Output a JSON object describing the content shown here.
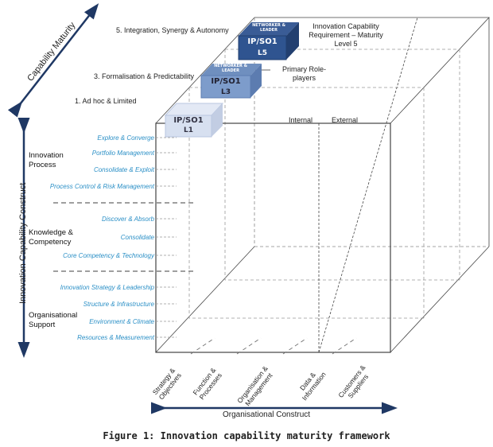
{
  "maturity_axis": {
    "label": "Capability Maturity",
    "levels": [
      "5. Integration, Synergy & Autonomy",
      "3. Formalisation & Predictability",
      "1. Ad hoc & Limited"
    ]
  },
  "blocks": [
    {
      "top": "NETWORKER & LEADER",
      "role": "IP/SO1",
      "level": "L5",
      "color": "#2f5490"
    },
    {
      "top": "NETWORKER & LEADER",
      "role": "IP/SO1",
      "level": "L3",
      "color": "#7d9ccb"
    },
    {
      "top": "",
      "role": "IP/SO1",
      "level": "L1",
      "color": "#d7e0f0"
    }
  ],
  "annotations": {
    "requirement": "Innovation Capability Requirement – Maturity Level 5",
    "roles": "Primary Role-players",
    "internal": "Internal",
    "external": "External"
  },
  "capability_axis": {
    "label": "Innovation Capability  Construct",
    "groups": [
      {
        "name": "Innovation Process",
        "items": [
          "Explore & Converge",
          "Portfolio Management",
          "Consolidate & Exploit",
          "Process Control & Risk Management"
        ]
      },
      {
        "name": "Knowledge & Competency",
        "items": [
          "Discover & Absorb",
          "Consolidate",
          "Core Competency & Technology"
        ]
      },
      {
        "name": "Organisational Support",
        "items": [
          "Innovation Strategy & Leadership",
          "Structure & Infrastructure",
          "Environment & Climate",
          "Resources & Measurement"
        ]
      }
    ]
  },
  "org_axis": {
    "label": "Organisational Construct",
    "items": [
      "Strategy & Objectives",
      "Function & Processes",
      "Organisation & Management",
      "Data & Information",
      "Customers & Suppliers"
    ]
  },
  "caption": "Figure 1: Innovation capability maturity framework"
}
